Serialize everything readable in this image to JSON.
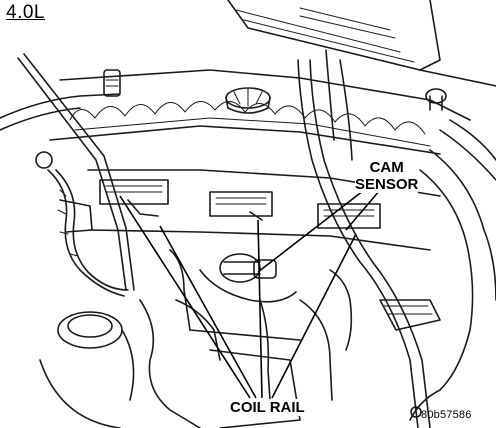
{
  "engine_label": "4.0L",
  "callouts": {
    "cam_sensor_line1": "CAM",
    "cam_sensor_line2": "SENSOR",
    "coil_rail": "COIL RAIL"
  },
  "figure_id": "80b57586"
}
